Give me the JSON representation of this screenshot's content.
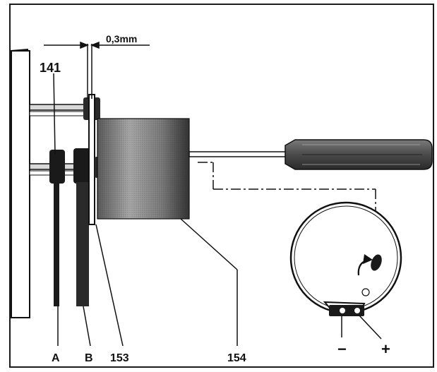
{
  "labels": {
    "clearance": "0,3mm",
    "part_141": "141",
    "callout_a": "A",
    "callout_b": "B",
    "part_153": "153",
    "part_154": "154",
    "minus": "−",
    "plus": "+"
  },
  "colors": {
    "ink": "#111111",
    "paper": "#ffffff",
    "frame": "#1a1a1a",
    "drum_light": "#9a9a9a",
    "drum_dark": "#3a3a3a",
    "handle": "#555555"
  },
  "icons": {
    "rotation": "curved-arrow-icon",
    "screwdriver": "screwdriver-icon"
  }
}
